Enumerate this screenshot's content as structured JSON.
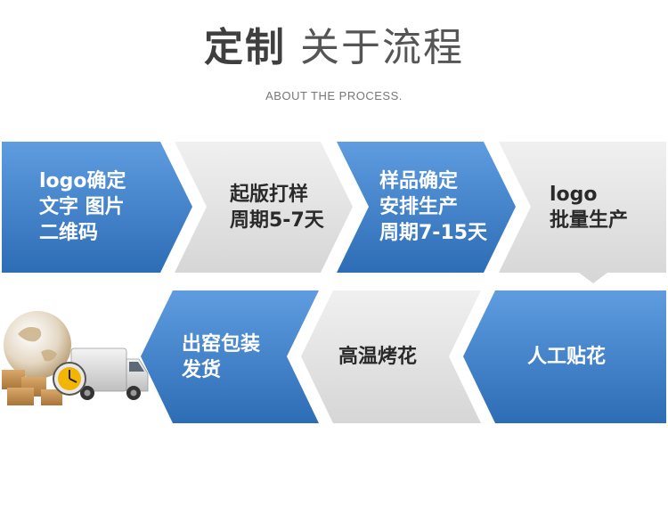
{
  "header": {
    "title_bold": "定制",
    "title_light": "关于流程",
    "subtitle": "ABOUT THE PROCESS."
  },
  "steps": [
    {
      "lines": [
        "logo确定",
        "文字 图片",
        "二维码"
      ]
    },
    {
      "lines": [
        "起版打样",
        "周期5-7天"
      ]
    },
    {
      "lines": [
        "样品确定",
        "安排生产",
        "周期7-15天"
      ]
    },
    {
      "lines": [
        "logo",
        "批量生产"
      ]
    },
    {
      "lines": [
        "人工贴花"
      ]
    },
    {
      "lines": [
        "高温烤花"
      ]
    },
    {
      "lines": [
        "出窑包装",
        "发货"
      ]
    }
  ],
  "colors": {
    "blue_start": "#5a95d9",
    "blue_end": "#2f6fb8",
    "gray_start": "#ececec",
    "gray_end": "#d9d9d9"
  }
}
